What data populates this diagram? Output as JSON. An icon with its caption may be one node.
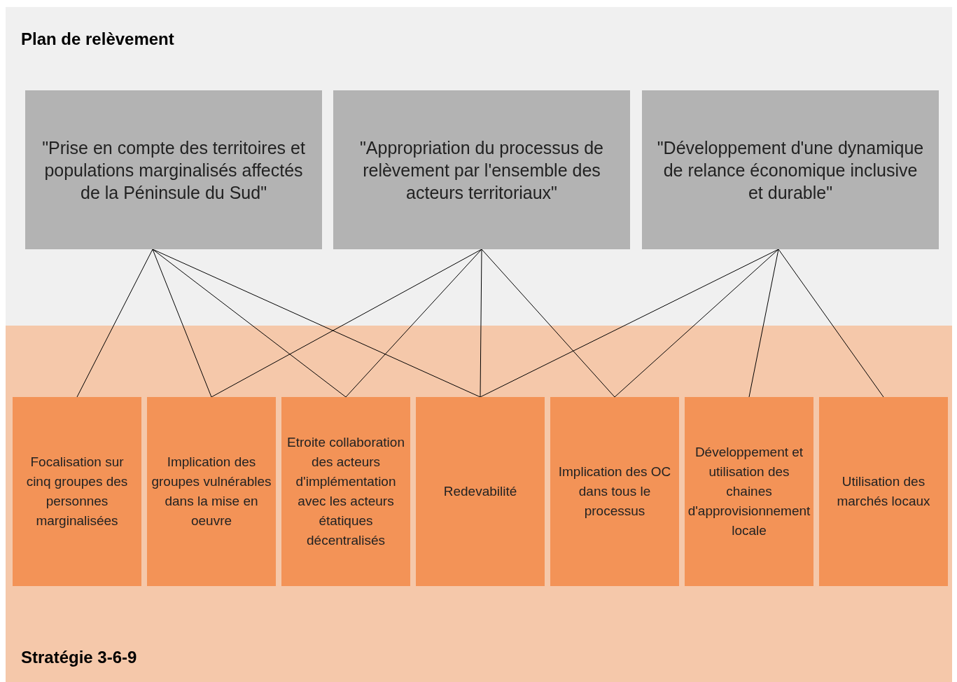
{
  "diagram": {
    "nodes": [
      {
        "text": [
          "Plan de relèvement"
        ]
      },
      {
        "text": [
          "\"Prise en compte des territoires et populations marginalisés affectés de la Péninsule du Sud\""
        ],
        "in": 0
      },
      {
        "text": [
          "\"Appropriation du processus de relèvement par l'ensemble des acteurs territoriaux\""
        ],
        "in": 0
      },
      {
        "text": [
          "\"Développement d'une dynamique de relance économique inclusive et durable\""
        ],
        "in": 0
      },
      {
        "text": [
          "Stratégie 3-6-9"
        ]
      },
      {
        "text": [
          "Focalisation sur cinq groupes des personnes marginalisées"
        ],
        "in": 4
      },
      {
        "text": [
          "Implication des groupes vulnérables dans la mise en oeuvre"
        ],
        "in": 4
      },
      {
        "text": [
          "Etroite collaboration des acteurs d'implémentation avec les acteurs étatiques décentralisés"
        ],
        "in": 4
      },
      {
        "text": [
          "Redevabilité"
        ],
        "in": 4
      },
      {
        "text": [
          "Implication des OC dans tous le processus"
        ],
        "in": 4
      },
      {
        "text": [
          "Développement et utilisation des chaines d'approvisionnement locale"
        ],
        "in": 4
      },
      {
        "text": [
          "Utilisation des marchés locaux"
        ],
        "in": 4
      }
    ],
    "edges": [
      {
        "from": 1,
        "to": 5,
        "arrow": "none"
      },
      {
        "from": 1,
        "to": 6,
        "arrow": "none"
      },
      {
        "from": 1,
        "to": 7,
        "arrow": "none"
      },
      {
        "from": 1,
        "to": 8,
        "arrow": "none"
      },
      {
        "from": 2,
        "to": 6,
        "arrow": "none"
      },
      {
        "from": 2,
        "to": 7,
        "arrow": "none"
      },
      {
        "from": 2,
        "to": 8,
        "arrow": "none"
      },
      {
        "from": 2,
        "to": 9,
        "arrow": "none"
      },
      {
        "from": 3,
        "to": 8,
        "arrow": "none"
      },
      {
        "from": 3,
        "to": 9,
        "arrow": "none"
      },
      {
        "from": 3,
        "to": 10,
        "arrow": "none"
      },
      {
        "from": 3,
        "to": 11,
        "arrow": "none"
      }
    ]
  }
}
